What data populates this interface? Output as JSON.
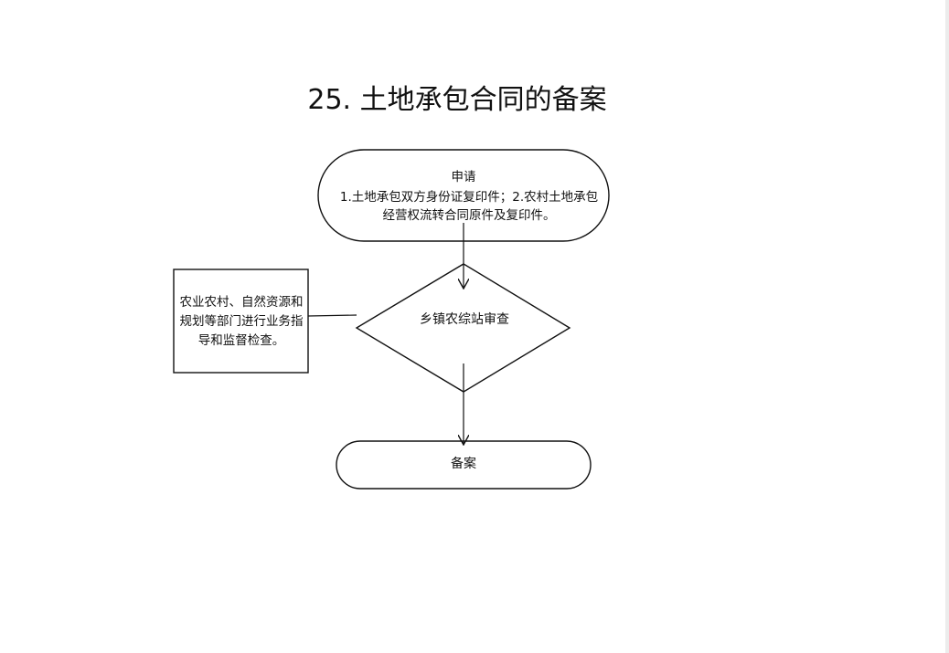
{
  "page": {
    "title": "25. 土地承包合同的备案"
  },
  "nodes": {
    "apply": {
      "label": "申请",
      "detail": "1.土地承包双方身份证复印件；2.农村土地承包经营权流转合同原件及复印件。"
    },
    "review": {
      "label": "乡镇农综站审查"
    },
    "archive": {
      "label": "备案"
    },
    "guidance": {
      "label": "农业农村、自然资源和规划等部门进行业务指导和监督检查。"
    }
  },
  "colors": {
    "stroke": "#111111",
    "background": "#ffffff"
  }
}
